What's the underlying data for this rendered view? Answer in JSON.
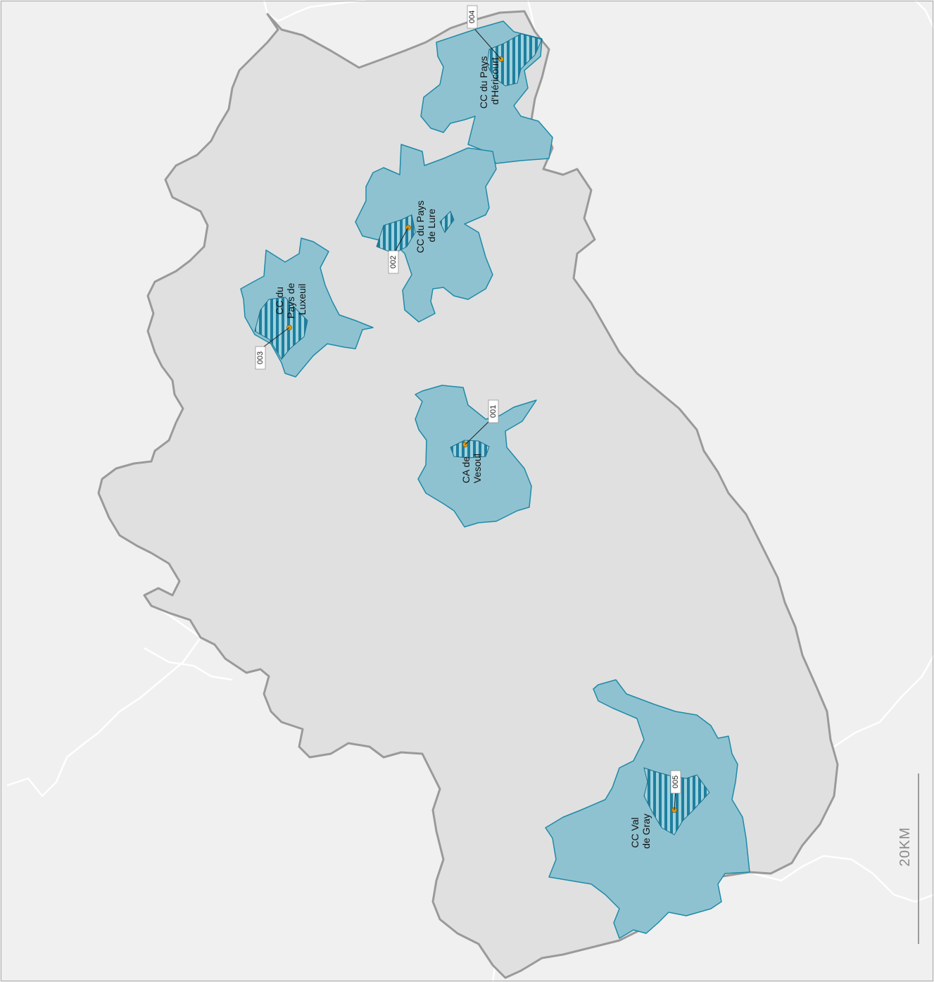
{
  "map": {
    "communities": [
      {
        "id": "vesoul",
        "name_lines": [
          "CA de",
          "Vesoul"
        ],
        "code": "001"
      },
      {
        "id": "lure",
        "name_lines": [
          "CC du Pays",
          "de Lure"
        ],
        "code": "002"
      },
      {
        "id": "luxeuil",
        "name_lines": [
          "CC du",
          "Pays de",
          "Luxeuil"
        ],
        "code": "003"
      },
      {
        "id": "hericourt",
        "name_lines": [
          "CC du Pays",
          "d'Héricourt"
        ],
        "code": "004"
      },
      {
        "id": "gray",
        "name_lines": [
          "CC Val",
          "de Gray"
        ],
        "code": "005"
      }
    ],
    "scale_label": "20KM",
    "colors": {
      "background": "#f0f0f0",
      "department_fill": "#e0e0e0",
      "department_border": "#9a9a9a",
      "neighbor_border": "#ffffff",
      "community_fill": "#8fc2d0",
      "community_border": "#1f8aa8",
      "stripe_dark": "#1f7f9f",
      "stripe_light": "#9ed2de",
      "marker": "#d99a1a",
      "scale_line": "#9a9a9a"
    }
  }
}
